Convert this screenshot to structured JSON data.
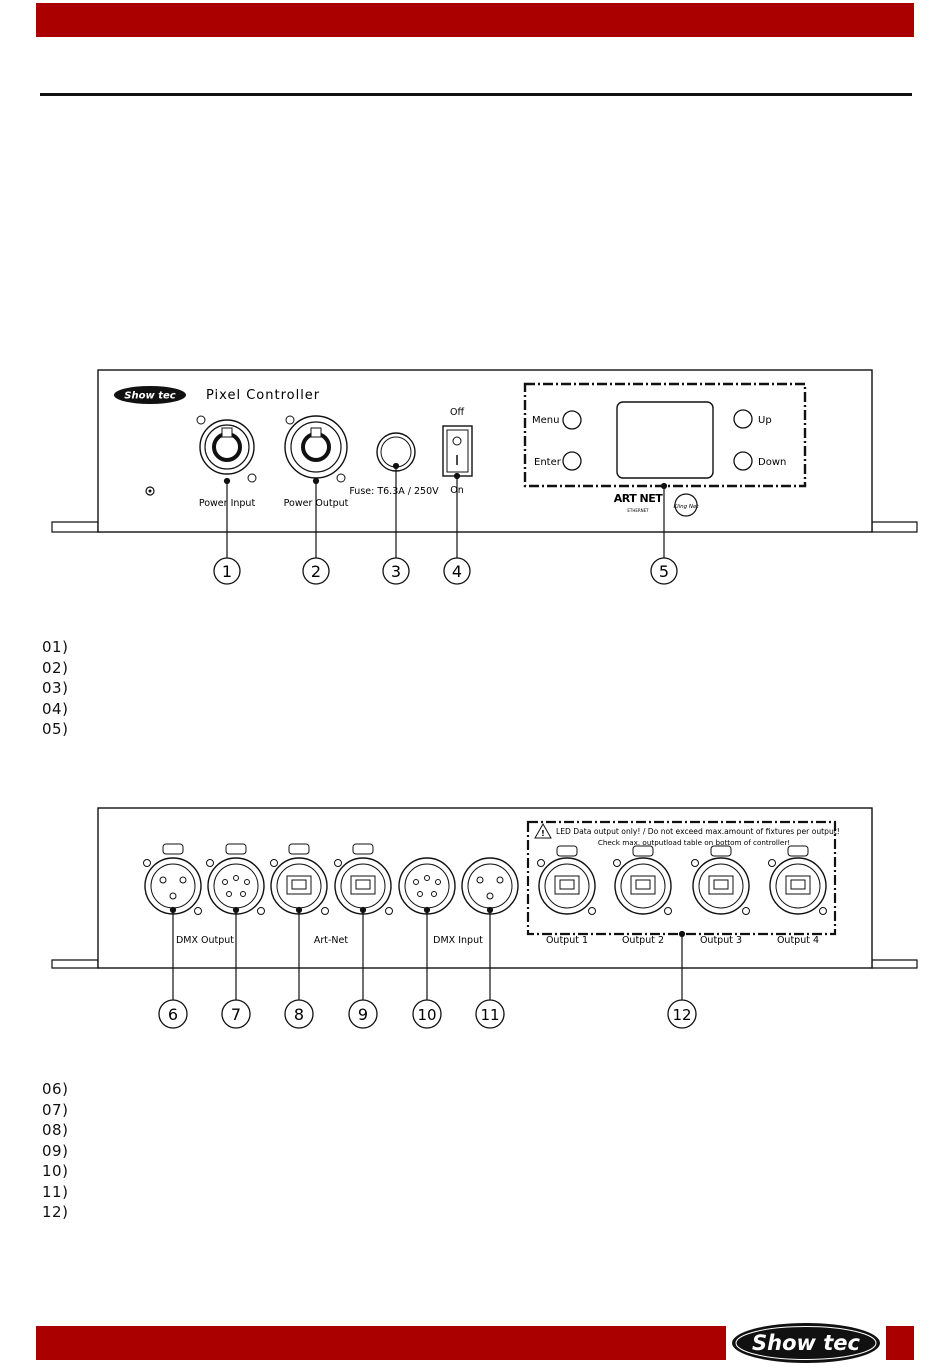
{
  "brand": {
    "logo_text": "Show tec"
  },
  "front_panel": {
    "model_label": "Pixel Controller",
    "power_input_label": "Power Input",
    "power_output_label": "Power Output",
    "fuse_label": "Fuse: T6.3A / 250V",
    "switch_off_label": "Off",
    "switch_on_label": "On",
    "menu_label": "Menu",
    "enter_label": "Enter",
    "up_label": "Up",
    "down_label": "Down",
    "artnet_logo_text": "ART NET",
    "artnet_logo_sub": "ETHERNET",
    "kling_logo_text": "Kling Net",
    "callouts": [
      "1",
      "2",
      "3",
      "4",
      "5"
    ]
  },
  "back_panel": {
    "warning_line1": "LED Data output only! / Do not exceed max.amount of fixtures per output!",
    "warning_line2": "Check max. outputload table on bottom of controller!",
    "dmx_output_label": "DMX Output",
    "artnet_label": "Art-Net",
    "dmx_input_label": "DMX Input",
    "output_1_label": "Output 1",
    "output_2_label": "Output 2",
    "output_3_label": "Output 3",
    "output_4_label": "Output 4",
    "callouts": [
      "6",
      "7",
      "8",
      "9",
      "10",
      "11",
      "12"
    ]
  },
  "front_legend": [
    "01)",
    "02)",
    "03)",
    "04)",
    "05)"
  ],
  "back_legend": [
    "06)",
    "07)",
    "08)",
    "09)",
    "10)",
    "11)",
    "12)"
  ]
}
